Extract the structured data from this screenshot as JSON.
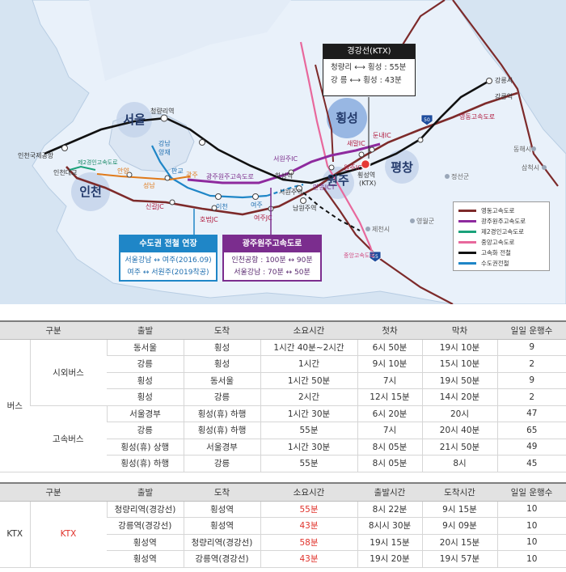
{
  "map": {
    "regions": [
      "서울",
      "인천",
      "횡성",
      "원주",
      "평창"
    ],
    "places": {
      "airport": "인천국제공항",
      "incheon_bridge": "인천대교",
      "second_gyeongin": "제2경인고속도로",
      "cheongnyangni": "청량리역",
      "gangnam": "강남",
      "yangjae": "양재",
      "pangyo": "판교",
      "gwangju": "광주",
      "anyang": "안양",
      "seongnam": "성남",
      "singal_jc": "신갈JC",
      "hobeob_jc": "호법JC",
      "icheon": "이천",
      "yeoju": "여주",
      "yeoju_jc": "여주JC",
      "gwangju_wonju_expy": "광주원주고속도로",
      "seowonju_ic": "서원주IC",
      "hanseong_station": "한성역",
      "seowonju_station": "서원주역",
      "namwonju_station": "남원주역",
      "wonju_ic": "원주IC",
      "manjong_jct": "만종JCT",
      "saemal_ic": "새말IC",
      "dunnae_ic": "둔내IC",
      "hoengseong_station": "횡성역",
      "ktx_short": "(KTX)",
      "jecheon": "제천시",
      "yeongwol": "영월군",
      "jeongseon": "정선군",
      "donghae": "동해시",
      "samcheok": "삼척시",
      "gangneung_city": "강릉시",
      "gangneung_station": "강릉역",
      "yeongdong_expy": "영동고속도로",
      "jungang_expy": "중앙고속도로",
      "route_50": "50",
      "route_55": "55"
    },
    "ktx_callout": {
      "title": "경강선(KTX)",
      "lines": [
        "청량리 ⟷ 횡성 : 55분",
        "강   릉 ⟷ 횡성 : 43분"
      ]
    },
    "metro_callout": {
      "title": "수도권 전철 연장",
      "lines": [
        "서울강남 ↔ 여주(2016.09)",
        "여주 ↔ 서원주(2019착공)"
      ]
    },
    "gwangju_wonju_callout": {
      "title": "광주원주고속도로",
      "lines": [
        "인천공항 : 100분 ↔ 90분",
        "서울강남 :   70분 ↔ 50분"
      ]
    },
    "legend": [
      {
        "label": "영동고속도로",
        "color": "#7d2a2a"
      },
      {
        "label": "광주원주고속도로",
        "color": "#8e2a9e"
      },
      {
        "label": "제2경인고속도로",
        "color": "#1aa27a"
      },
      {
        "label": "중앙고속도로",
        "color": "#e8689c"
      },
      {
        "label": "고속화 전철",
        "color": "#111111"
      },
      {
        "label": "수도권전철",
        "color": "#1f86c7"
      }
    ]
  },
  "bus_table": {
    "headers": [
      "구분",
      "출발",
      "도착",
      "소요시간",
      "첫차",
      "막차",
      "일일 운행수"
    ],
    "category": "버스",
    "groups": [
      {
        "name": "시외버스",
        "rows": [
          [
            "동서울",
            "횡성",
            "1시간 40분~2시간",
            "6시 50분",
            "19시 10분",
            "9"
          ],
          [
            "강릉",
            "횡성",
            "1시간",
            "9시 10분",
            "15시 10분",
            "2"
          ],
          [
            "횡성",
            "동서울",
            "1시간 50분",
            "7시",
            "19시 50분",
            "9"
          ],
          [
            "횡성",
            "강릉",
            "2시간",
            "12시 15분",
            "14시 20분",
            "2"
          ]
        ]
      },
      {
        "name": "고속버스",
        "rows": [
          [
            "서울경부",
            "횡성(휴) 하행",
            "1시간 30분",
            "6시 20분",
            "20시",
            "47"
          ],
          [
            "강릉",
            "횡성(휴) 하행",
            "55분",
            "7시",
            "20시 40분",
            "65"
          ],
          [
            "횡성(휴) 상행",
            "서울경부",
            "1시간 30분",
            "8시 05분",
            "21시 50분",
            "49"
          ],
          [
            "횡성(휴) 하행",
            "강릉",
            "55분",
            "8시 05분",
            "8시",
            "45"
          ]
        ]
      }
    ]
  },
  "ktx_table": {
    "headers": [
      "구분",
      "출발",
      "도착",
      "소요시간",
      "출발시간",
      "도착시간",
      "일일 운행수"
    ],
    "category": "KTX",
    "group": "KTX",
    "rows": [
      [
        "청량리역(경강선)",
        "횡성역",
        "55분",
        "8시 22분",
        "9시 15분",
        "10"
      ],
      [
        "강릉역(경강선)",
        "횡성역",
        "43분",
        "8시시 30분",
        "9시 09분",
        "10"
      ],
      [
        "횡성역",
        "청량리역(경강선)",
        "58분",
        "19시 15분",
        "20시 15분",
        "10"
      ],
      [
        "횡성역",
        "강릉역(경강선)",
        "43분",
        "19시 20분",
        "19시 57분",
        "10"
      ]
    ],
    "accent": "#e0322b"
  }
}
